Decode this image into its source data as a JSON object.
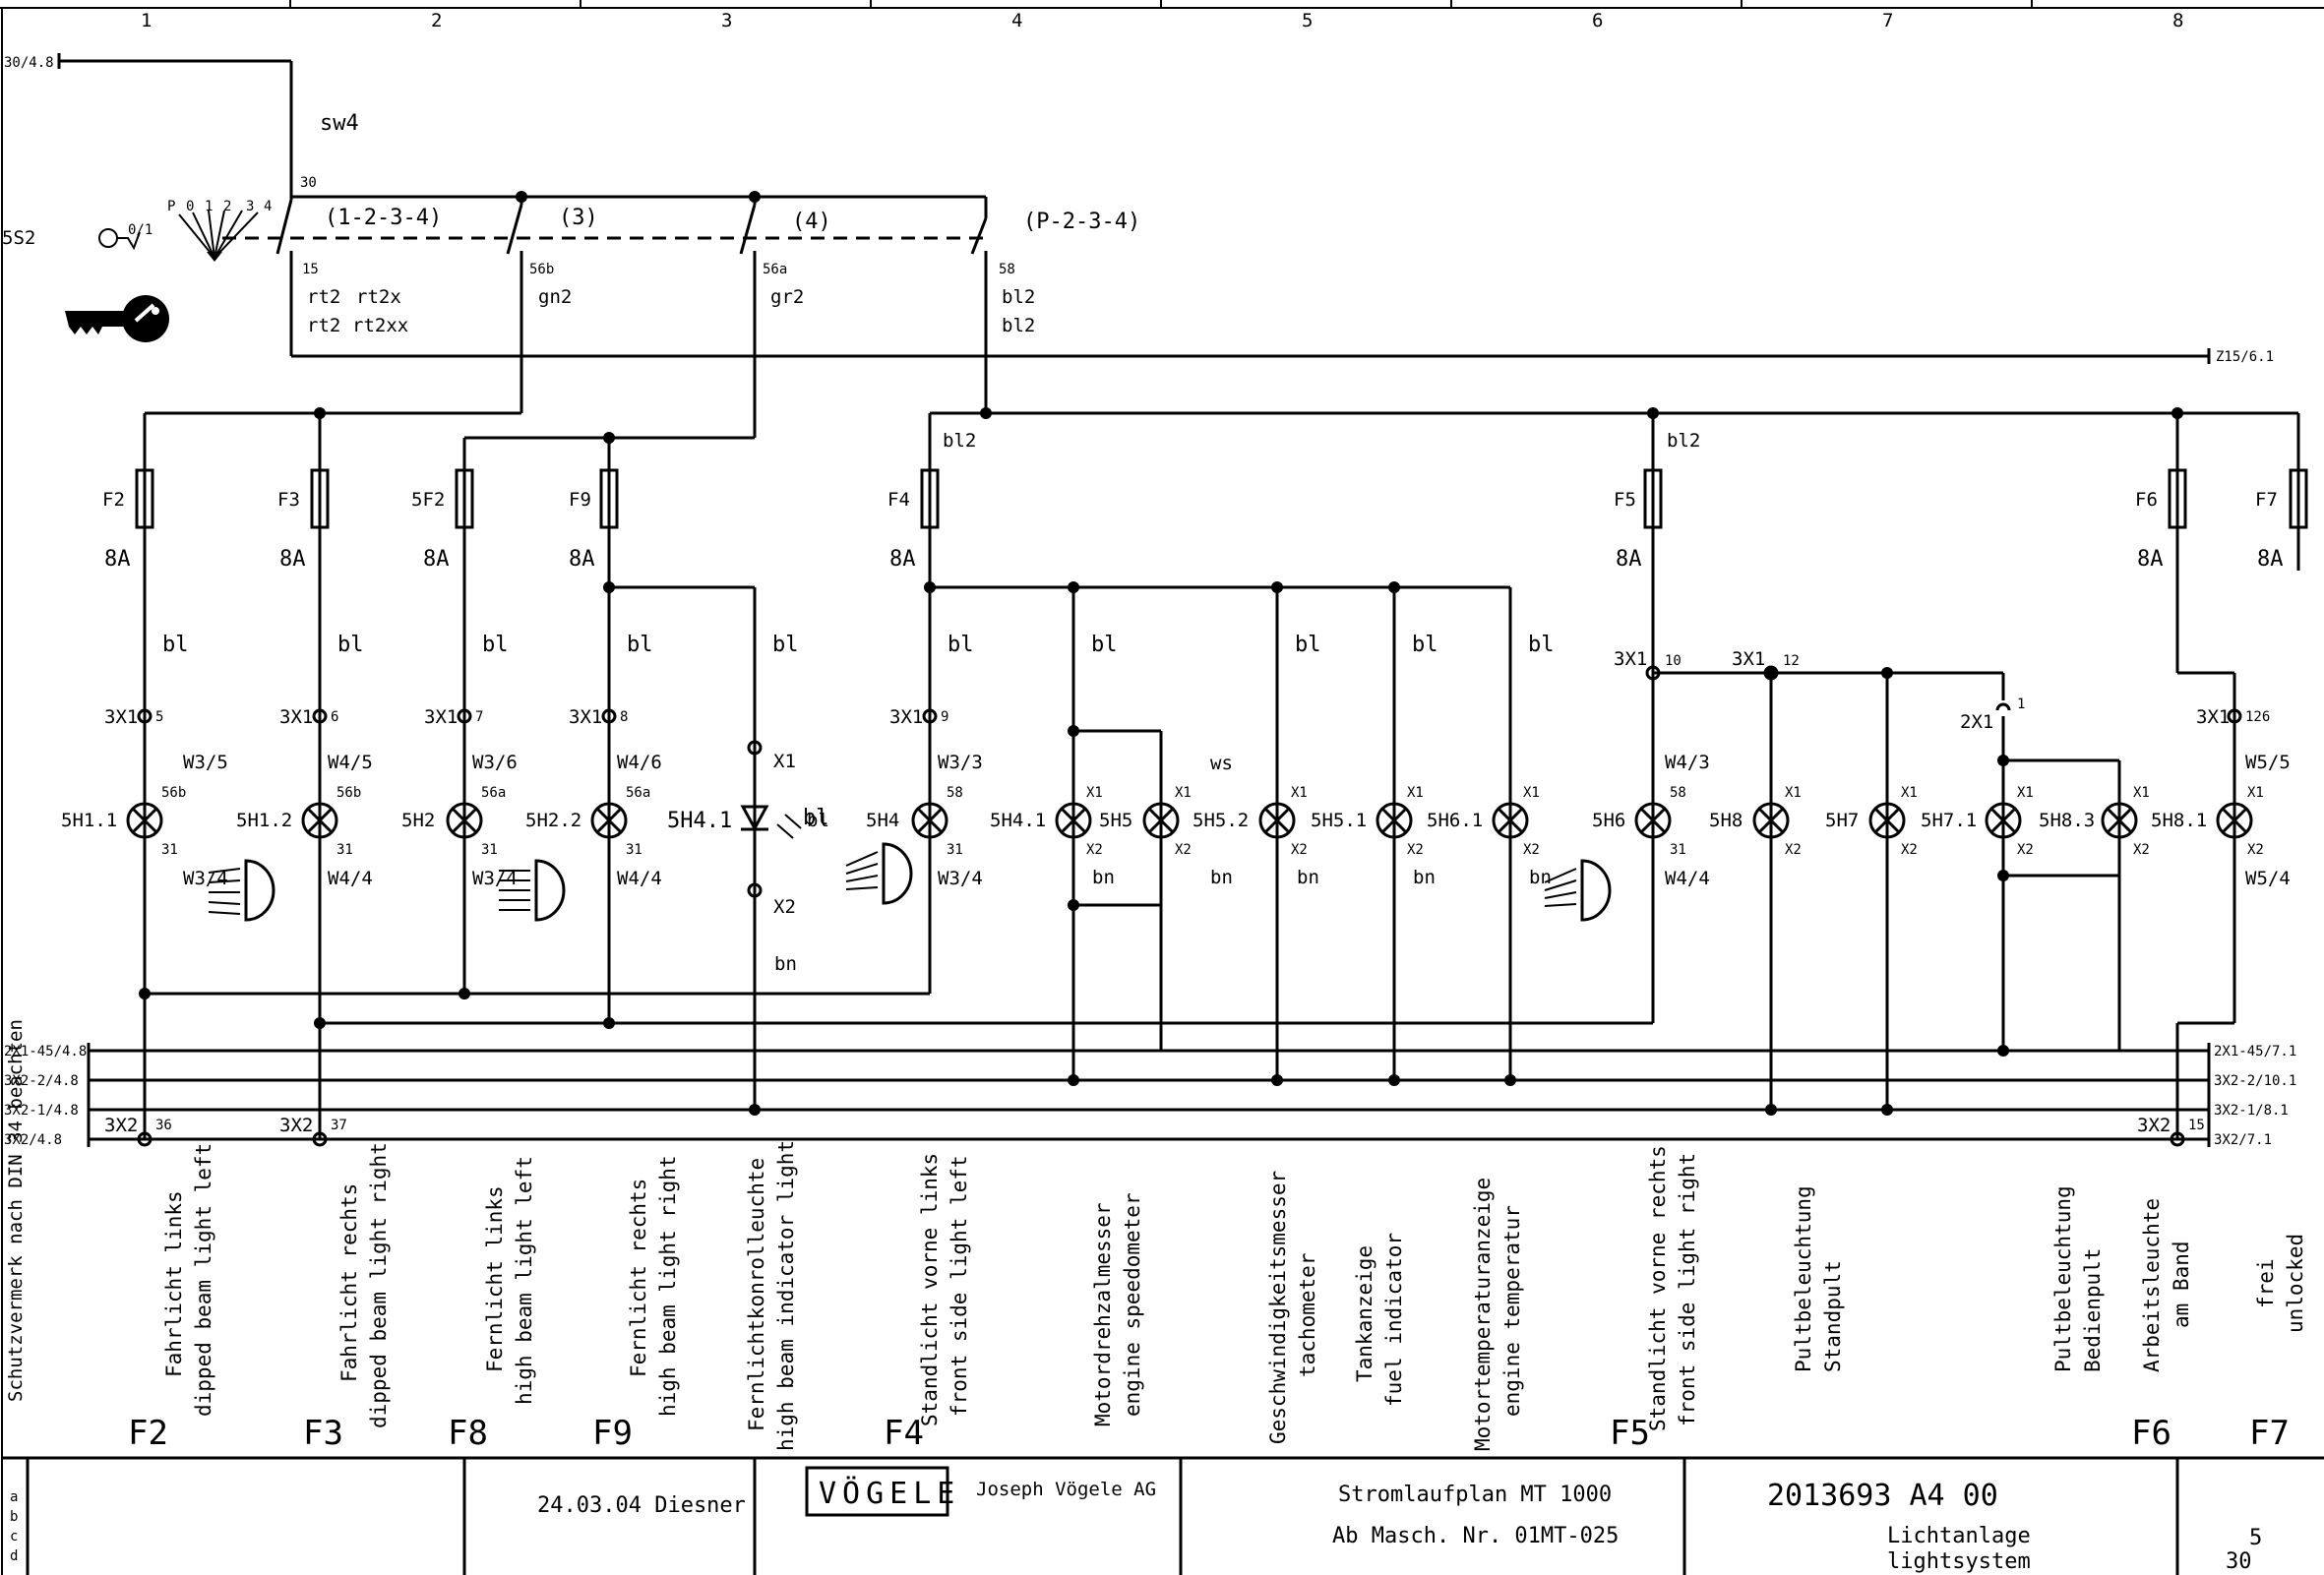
{
  "columns": [
    "1",
    "2",
    "3",
    "4",
    "5",
    "6",
    "7",
    "8"
  ],
  "refs": {
    "r30": "30/4.8",
    "z15": "Z15/6.1",
    "l1": "2X1-45/4.8",
    "l2": "3X2-2/4.8",
    "l3": "3X2-1/4.8",
    "l4": "3X2/4.8",
    "r1": "2X1-45/7.1",
    "r2": "3X2-2/10.1",
    "r3": "3X2-1/8.1",
    "r4": "3X2/7.1"
  },
  "switch": {
    "wire": "sw4",
    "id": "5S2",
    "t30": "30",
    "key_pos": "0/1",
    "positions": [
      "P",
      "0",
      "1",
      "2",
      "3",
      "4"
    ],
    "groups": [
      "(1-2-3-4)",
      "(3)",
      "(4)",
      "(P-2-3-4)"
    ],
    "terms": [
      "15",
      "56b",
      "56a",
      "58"
    ],
    "wires_a": [
      "rt2",
      "rt2x",
      "gn2",
      "gr2",
      "bl2"
    ],
    "wires_b": [
      "rt2",
      "rt2xx",
      "bl2"
    ]
  },
  "fuses": {
    "names": [
      "F2",
      "F3",
      "5F2",
      "F9",
      "F4",
      "F5",
      "F6",
      "F7"
    ],
    "rating": "8A",
    "bl2": "bl2"
  },
  "wire_bl": "bl",
  "wire_bn": "bn",
  "wire_ws": "ws",
  "terminals": {
    "x31": "3X1",
    "x21": "2X1",
    "x32": "3X2",
    "n": [
      "5",
      "6",
      "7",
      "8",
      "9",
      "10",
      "12",
      "1",
      "126",
      "36",
      "37",
      "15"
    ]
  },
  "wires": {
    "w35": "W3/5",
    "w45": "W4/5",
    "w36": "W3/6",
    "w46": "W4/6",
    "w33": "W3/3",
    "w43": "W4/3",
    "w55": "W5/5",
    "w34": "W3/4",
    "w44": "W4/4",
    "w54": "W5/4"
  },
  "pins": {
    "p56b": "56b",
    "p56a": "56a",
    "p58": "58",
    "p31": "31",
    "x1": "X1",
    "x2": "X2"
  },
  "lamps": [
    "5H1.1",
    "5H1.2",
    "5H2",
    "5H2.2",
    "5H4.1",
    "5H4",
    "5H4.1",
    "5H5",
    "5H5.2",
    "5H5.1",
    "5H6.1",
    "5H6",
    "5H8",
    "5H7",
    "5H7.1",
    "5H8.3",
    "5H8.1"
  ],
  "descriptions": [
    [
      "Fahrlicht links",
      "dipped beam light left"
    ],
    [
      "Fahrlicht rechts",
      "dipped beam light right"
    ],
    [
      "Fernlicht links",
      "high beam light left"
    ],
    [
      "Fernlicht rechts",
      "high beam light right"
    ],
    [
      "Fernlichtkonrolleuchte",
      "high beam indicator light"
    ],
    [
      "Standlicht vorne links",
      "front side light left"
    ],
    [
      "Motordrehzalmesser",
      "engine speedometer"
    ],
    [
      "Geschwindigkeitsmesser",
      "tachometer"
    ],
    [
      "Tankanzeige",
      "fuel indicator"
    ],
    [
      "Motortemperaturanzeige",
      "engine temperatur"
    ],
    [
      "Standlicht vorne rechts",
      "front side light right"
    ],
    [
      "Pultbeleuchtung",
      "Standpult"
    ],
    [
      "Pultbeleuchtung",
      "Bedienpult"
    ],
    [
      "Arbeitsleuchte",
      "am Band"
    ],
    [
      "frei",
      "unlocked"
    ]
  ],
  "protection_note": "Schutzvermerk nach DIN 34 beachten",
  "bottom_fuses": [
    "F2",
    "F3",
    "F8",
    "F9",
    "F4",
    "F5",
    "F6",
    "F7"
  ],
  "title_block": {
    "rows": [
      "a",
      "b",
      "c",
      "d"
    ],
    "date_author": "24.03.04  Diesner",
    "logo": "VÖGELE",
    "company": "Joseph Vögele AG",
    "title": "Stromlaufplan MT 1000",
    "machine": "Ab Masch. Nr. 01MT-025",
    "drawing_no": "2013693 A4 00",
    "subject_de": "Lichtanlage",
    "subject_en": "lightsystem",
    "sheet": "5",
    "sheets": "30"
  }
}
